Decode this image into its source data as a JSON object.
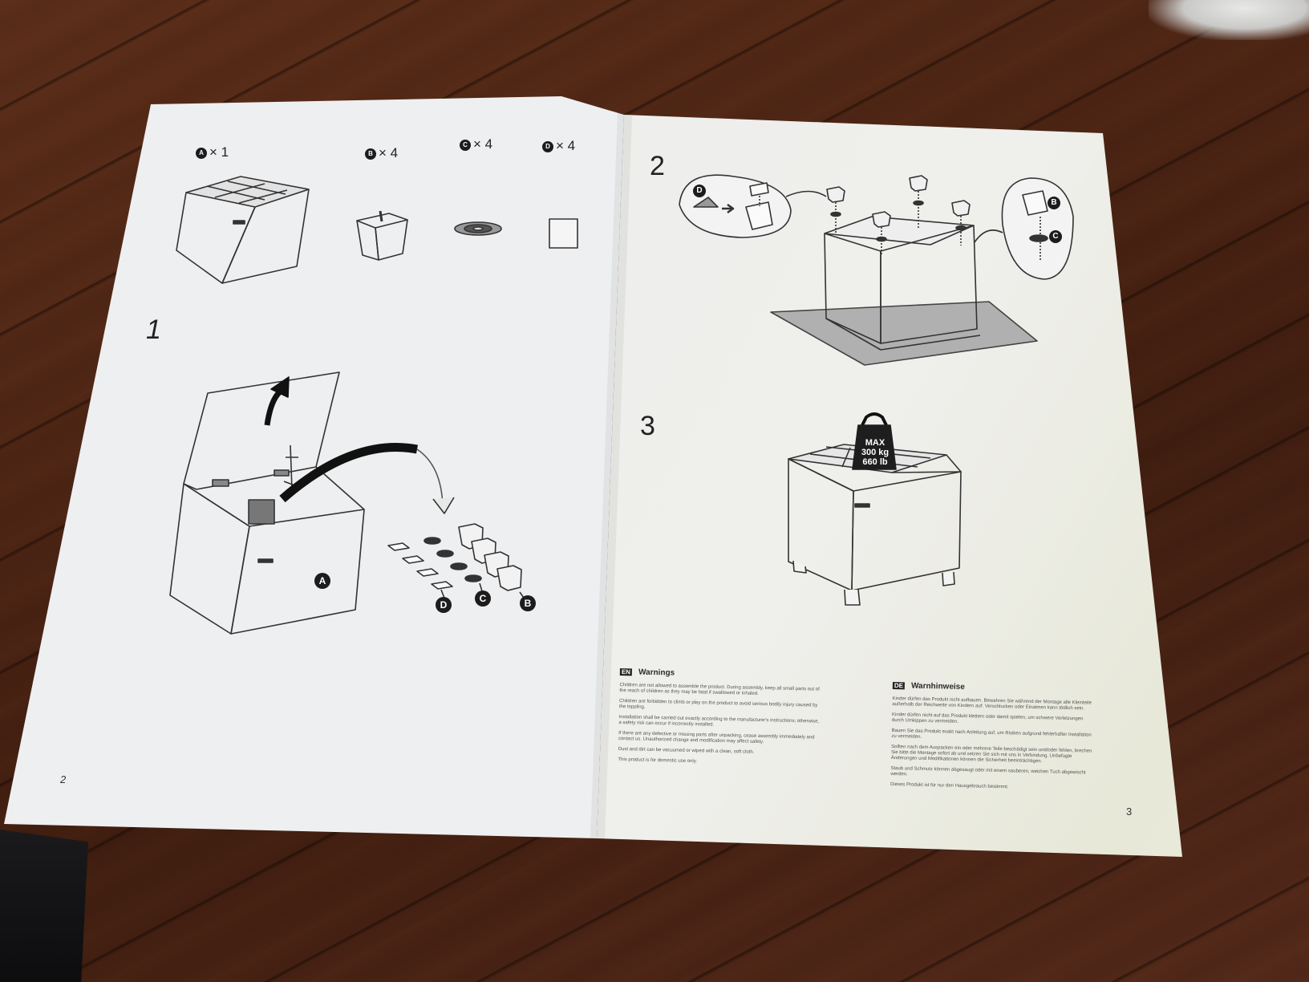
{
  "left_page": {
    "parts": [
      {
        "letter": "A",
        "qty": "× 1"
      },
      {
        "letter": "B",
        "qty": "× 4"
      },
      {
        "letter": "C",
        "qty": "× 4"
      },
      {
        "letter": "D",
        "qty": "× 4"
      }
    ],
    "step1": "1",
    "step1_labels": {
      "box": "A",
      "d": "D",
      "c": "C",
      "b": "B"
    },
    "page_number": "2"
  },
  "right_page": {
    "step2": "2",
    "step2_labels": {
      "d": "D",
      "b": "B",
      "c": "C"
    },
    "step3": "3",
    "weight": {
      "line1": "MAX",
      "line2": "300 kg",
      "line3": "660 lb"
    },
    "warnings_en": {
      "badge": "EN",
      "title": "Warnings",
      "lines": [
        "Children are not allowed to assemble the product. During assembly, keep all small parts out of",
        "the reach of children as they may be fatal if swallowed or inhaled.",
        "Children are forbidden to climb or play on the product to avoid serious bodily injury caused by",
        "the toppling.",
        "Installation shall be carried out exactly according to the manufacturer's instructions; otherwise,",
        "a safety risk can occur if incorrectly installed.",
        "If there are any defective or missing parts after unpacking, cease assembly immediately and",
        "contact us. Unauthorized change and modification may affect safety.",
        "Dust and dirt can be vacuumed or wiped with a clean, soft cloth.",
        "This product is for domestic use only."
      ]
    },
    "warnings_de": {
      "badge": "DE",
      "title": "Warnhinweise",
      "lines": [
        "Kinder dürfen das Produkt nicht aufbauen. Bewahren Sie während der Montage alle Kleinteile",
        "außerhalb der Reichweite von Kindern auf. Verschlucken oder Einatmen kann tödlich sein.",
        "Kinder dürfen nicht auf das Produkt klettern oder damit spielen, um schwere Verletzungen",
        "durch Umkippen zu vermeiden.",
        "Bauen Sie das Produkt exakt nach Anleitung auf, um Risiken aufgrund fehlerhafter Installation",
        "zu vermeiden.",
        "Sollten nach dem Auspacken ein oder mehrere Teile beschädigt sein und/oder fehlen, brechen",
        "Sie bitte die Montage sofort ab und setzen Sie sich mit uns in Verbindung. Unbefugte",
        "Änderungen und Modifikationen können die Sicherheit beeinträchtigen.",
        "Staub und Schmutz können abgesaugt oder mit einem sauberen, weichen Tuch abgewischt",
        "werden.",
        "Dieses Produkt ist für nur den Hausgebrauch bestimmt."
      ]
    },
    "page_number": "3"
  }
}
